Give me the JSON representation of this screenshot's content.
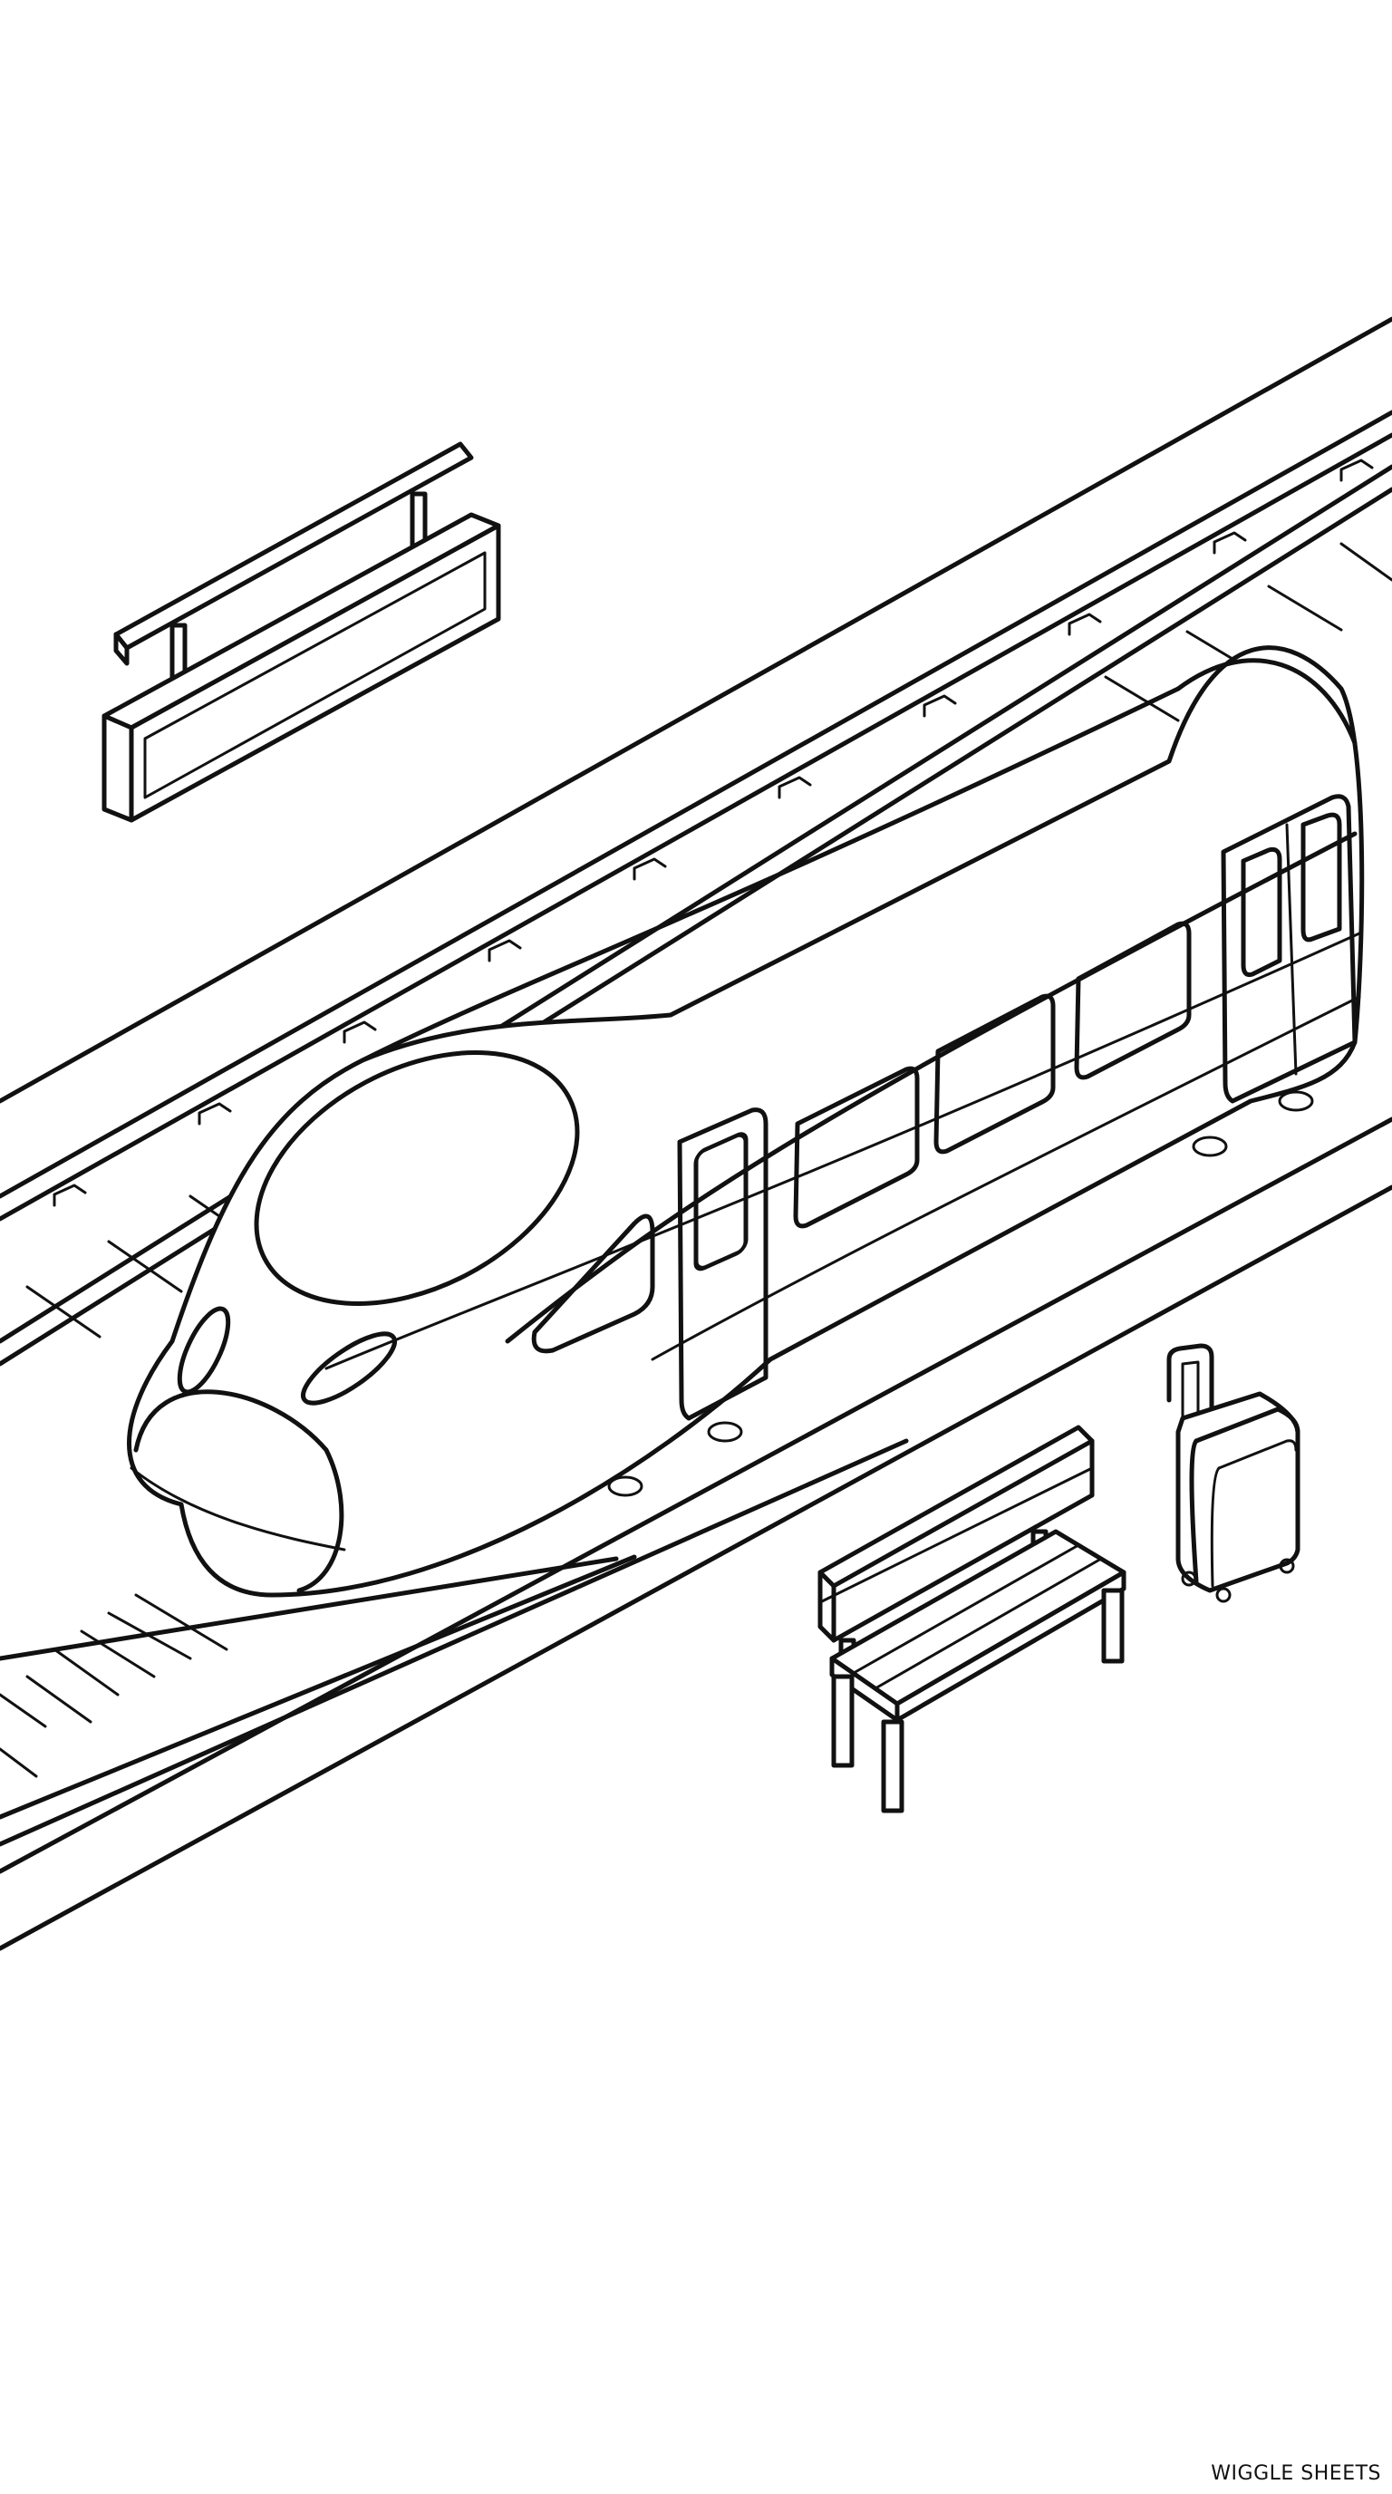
{
  "page": {
    "type": "coloring-sheet",
    "subject": "bullet train at station platform",
    "background_color": "#ffffff",
    "line_color": "#111111"
  },
  "elements": {
    "station_sign": {
      "text": ""
    },
    "train": {
      "windows": 4,
      "doors": 2
    },
    "bench": {
      "slats_seat": 3,
      "slats_back": 2
    },
    "suitcase": {
      "wheels": 4,
      "handle": "telescoping"
    }
  },
  "footer": {
    "brand": "WIGGLE SHEETS"
  }
}
